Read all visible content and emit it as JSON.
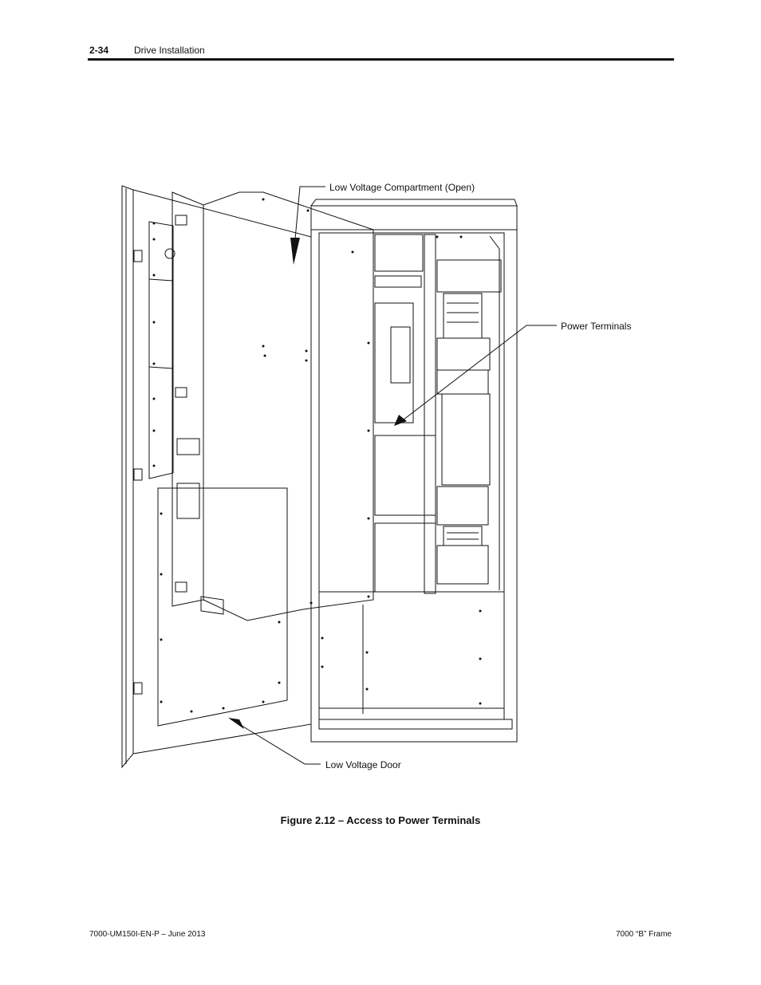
{
  "header": {
    "page_number": "2-34",
    "section_title": "Drive Installation"
  },
  "figure": {
    "labels": {
      "lv_compartment": "Low Voltage Compartment (Open)",
      "power_terminals": "Power Terminals",
      "lv_door": "Low Voltage Door"
    },
    "caption": "Figure 2.12 – Access to Power Terminals"
  },
  "footer": {
    "left": "7000-UM150I-EN-P – June 2013",
    "right": "7000 “B” Frame"
  }
}
